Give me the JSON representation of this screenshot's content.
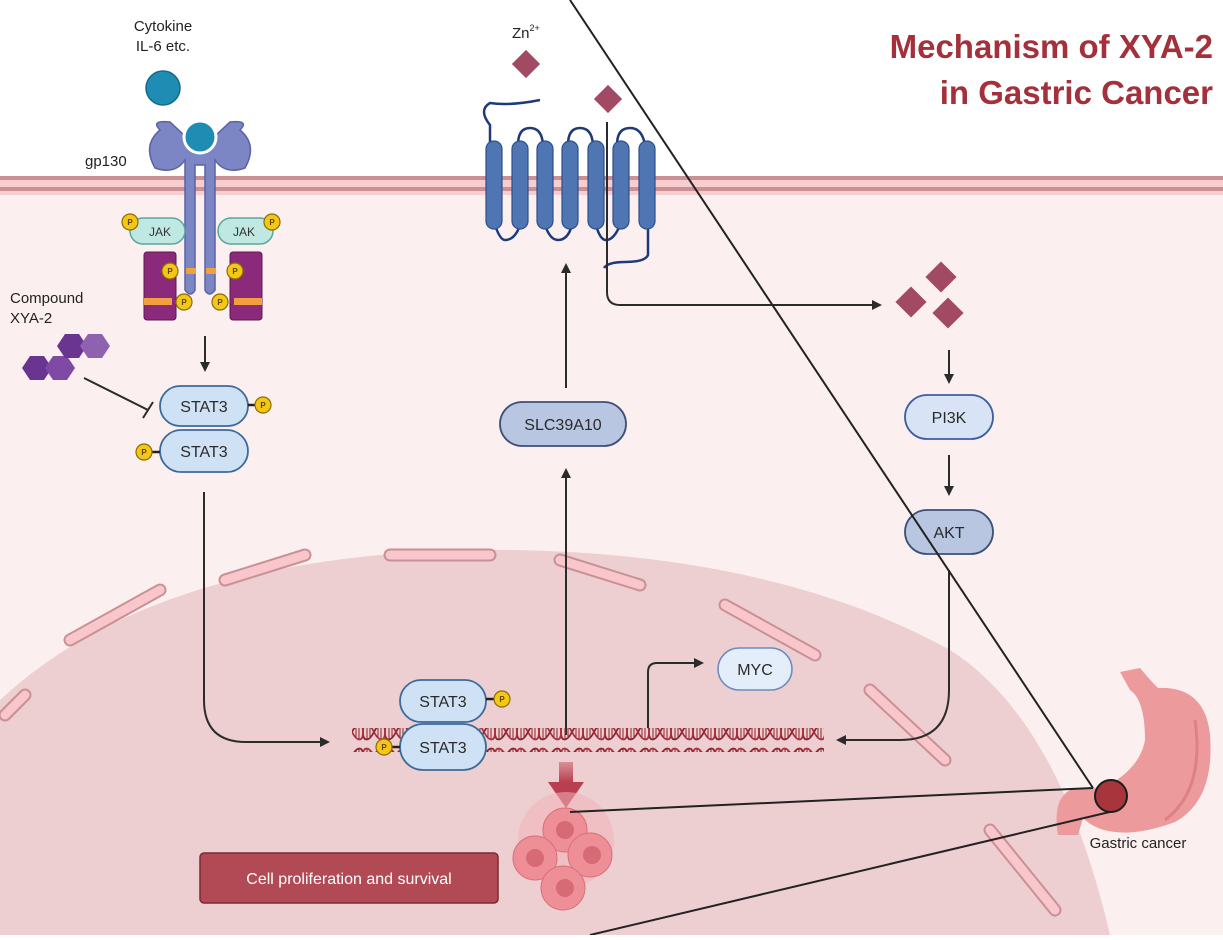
{
  "title": {
    "line1": "Mechanism of XYA-2",
    "line2": "in Gastric Cancer",
    "color": "#a3303a"
  },
  "labels": {
    "cytokine_line1": "Cytokine",
    "cytokine_line2": "IL-6 etc.",
    "receptor": "gp130",
    "compound_line1": "Compound",
    "compound_line2": "XYA-2",
    "zinc": "Zn",
    "zinc_charge": "2+",
    "gastric_cancer": "Gastric cancer"
  },
  "nodes": {
    "jak_left": "JAK",
    "jak_right": "JAK",
    "stat3_top": "STAT3",
    "stat3_bottom": "STAT3",
    "slc": "SLC39A10",
    "pi3k": "PI3K",
    "akt": "AKT",
    "myc": "MYC",
    "stat3_nuc_top": "STAT3",
    "stat3_nuc_bottom": "STAT3",
    "phospho": "P"
  },
  "outcome": {
    "label": "Cell proliferation and survival",
    "color": "#b24a55"
  },
  "colors": {
    "membrane": "#f3c6c9",
    "cytoplasm": "#fbf0ef",
    "nucleus": "#edcfd1",
    "zinc": "#a24a64",
    "receptor": "#7d86c4",
    "transporter": "#4f76b3",
    "stat_fill": "#cfe2f5",
    "phospho": "#f5c518"
  }
}
